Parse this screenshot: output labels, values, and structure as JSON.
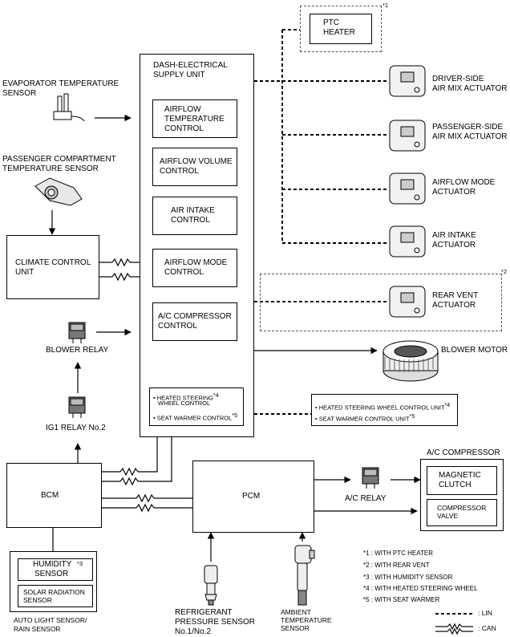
{
  "ptc": {
    "label1": "PTC",
    "label2": "HEATER",
    "note": "*1"
  },
  "desu": {
    "line1": "DASH-ELECTRICAL",
    "line2": "SUPPLY UNIT"
  },
  "desu_blocks": {
    "airflow_temp": [
      "AIRFLOW",
      "TEMPERATURE",
      "CONTROL"
    ],
    "airflow_volume": [
      "AIRFLOW VOLUME",
      "CONTROL"
    ],
    "air_intake": [
      "AIR INTAKE",
      "CONTROL"
    ],
    "airflow_mode": [
      "AIRFLOW MODE",
      "CONTROL"
    ],
    "ac_comp": [
      "A/C COMPRESSOR",
      "CONTROL"
    ],
    "heated_steering": [
      "HEATED STEERING",
      "WHEEL CONTROL",
      "*4"
    ],
    "seat_warmer": [
      "SEAT WARMER CONTROL",
      "*5"
    ]
  },
  "evap_sensor": [
    "EVAPORATOR TEMPERATURE",
    "SENSOR"
  ],
  "pax_sensor": [
    "PASSENGER COMPARTMENT",
    "TEMPERATURE SENSOR"
  ],
  "ccu": [
    "CLIMATE CONTROL",
    "UNIT"
  ],
  "blower_relay": "BLOWER RELAY",
  "ig1_relay": "IG1 RELAY No.2",
  "bcm": "BCM",
  "pcm": "PCM",
  "ac_relay": "A/C RELAY",
  "actuators": {
    "driver": [
      "DRIVER-SIDE",
      "AIR MIX ACTUATOR"
    ],
    "passenger": [
      "PASSENGER-SIDE",
      "AIR MIX ACTUATOR"
    ],
    "mode": [
      "AIRFLOW MODE",
      "ACTUATOR"
    ],
    "intake": [
      "AIR INTAKE",
      "ACTUATOR"
    ],
    "rear": [
      "REAR VENT",
      "ACTUATOR"
    ],
    "rear_note": "*2"
  },
  "blower_motor": "BLOWER MOTOR",
  "sw_units": {
    "heated": "HEATED STEERING WHEEL CONTROL UNIT",
    "heated_note": "*4",
    "seat": "SEAT WARMER CONTROL UNIT",
    "seat_note": "*5"
  },
  "ac_compressor": {
    "title": "A/C COMPRESSOR",
    "clutch": [
      "MAGNETIC",
      "CLUTCH"
    ],
    "valve": [
      "COMPRESSOR",
      "VALVE"
    ]
  },
  "humidity": {
    "label": [
      "HUMIDITY",
      "SENSOR"
    ],
    "note": "*3"
  },
  "solar": [
    "SOLAR RADIATION",
    "SENSOR"
  ],
  "auto_light": [
    "AUTO LIGHT SENSOR/",
    "RAIN SENSOR"
  ],
  "refrigerant": [
    "REFRIGERANT",
    "PRESSURE SENSOR",
    "No.1/No.2"
  ],
  "ambient": [
    "AMBIENT",
    "TEMPERATURE",
    "SENSOR"
  ],
  "notes": [
    "*1 : WITH PTC HEATER",
    "*2 : WITH REAR VENT",
    "*3 : WITH HUMIDITY SENSOR",
    "*4 : WITH HEATED STEERING WHEEL",
    "*5 : WITH SEAT WARMER"
  ],
  "legend": {
    "lin": ": LIN",
    "can": ": CAN"
  }
}
